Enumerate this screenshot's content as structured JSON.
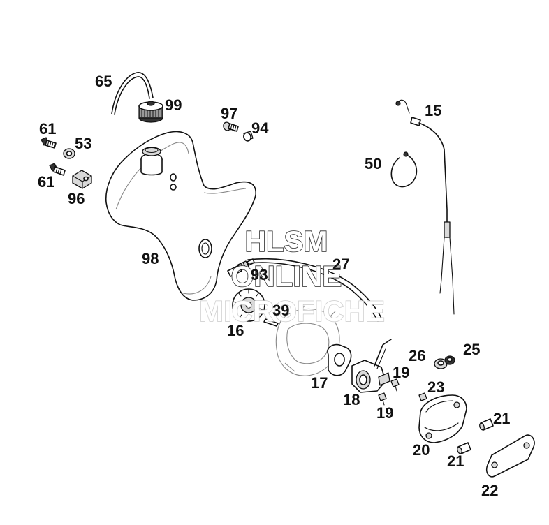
{
  "watermark": {
    "line1": "HLSM",
    "line2": "ONLINE",
    "line3": "MICROFICHE"
  },
  "labels": {
    "p65": "65",
    "p99": "99",
    "p97": "97",
    "p94": "94",
    "p15": "15",
    "p61a": "61",
    "p53": "53",
    "p61b": "61",
    "p96": "96",
    "p50": "50",
    "p98": "98",
    "p93": "93",
    "p27": "27",
    "p39": "39",
    "p16": "16",
    "p17": "17",
    "p26": "26",
    "p25": "25",
    "p19a": "19",
    "p18": "18",
    "p23": "23",
    "p19b": "19",
    "p21a": "21",
    "p20": "20",
    "p21b": "21",
    "p22": "22"
  }
}
